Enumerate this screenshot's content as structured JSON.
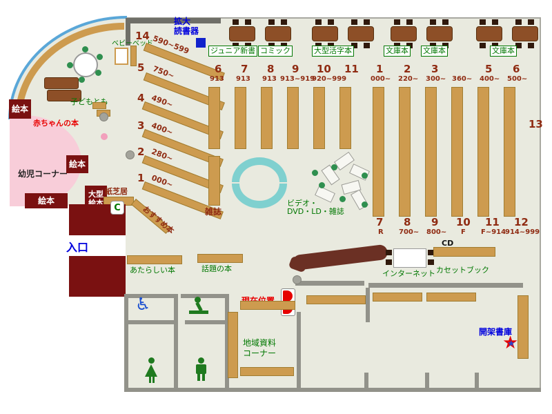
{
  "colors": {
    "floor": "#e9eadf",
    "shelf_tan": "#cd9b4f",
    "dark_red_wall": "#7a1111",
    "wall_gray": "#92928a",
    "teal_table": "#7fd0cf",
    "pink_corner": "#f8cdd9",
    "arc_blue": "#5aa7d8",
    "number_red": "#8f2b12",
    "green_label": "#007700",
    "blue_text": "#0000dd",
    "red_text": "#e80000",
    "desk_brown": "#6b3024",
    "table_brown": "#8d4f27"
  },
  "icons": {
    "wheelchair": "♿",
    "star": "★"
  },
  "device": {
    "label_line1": "拡大",
    "label_line2": "読書器"
  },
  "baby": {
    "bed": "ベビーベッド"
  },
  "kids": {
    "corner": "幼児コーナー",
    "baby_books": "赤ちゃんの本",
    "kodomo": "子どもとも",
    "picture_books": "絵本",
    "large_l1": "大型",
    "large_l2": "絵本",
    "kamishibai": "紙芝居",
    "copier": "C"
  },
  "entrance": {
    "label": "入口"
  },
  "sections": {
    "junior": "ジュニア新書",
    "comic": "コミック",
    "large_print": "大型活字本",
    "bunko": "文庫本",
    "magazines": "雑誌",
    "video_l1": "ビデオ・",
    "video_l2": "DVD・LD・雑誌",
    "new_books": "あたらしい本",
    "topic_books": "話題の本",
    "recommended": "おすすめ本",
    "internet": "インターネット",
    "cd": "CD",
    "cassette": "カセットブック",
    "local_l1": "地域資料",
    "local_l2": "コーナー",
    "stacks": "開架書庫",
    "current": "現在位置",
    "num13": "13"
  },
  "diagonal_shelves": [
    {
      "num": "14",
      "range": "590~599"
    },
    {
      "num": "5",
      "range": "750~"
    },
    {
      "num": "4",
      "range": "490~"
    },
    {
      "num": "3",
      "range": "400~"
    },
    {
      "num": "2",
      "range": "280~"
    },
    {
      "num": "1",
      "range": "000~"
    }
  ],
  "top_left_shelves": [
    {
      "num": "6",
      "cls": "913"
    },
    {
      "num": "7",
      "cls": "913"
    },
    {
      "num": "8",
      "cls": "913"
    },
    {
      "num": "9",
      "cls": "913~919"
    },
    {
      "num": "10",
      "cls": "920~999"
    },
    {
      "num": "11",
      "cls": ""
    }
  ],
  "top_right_shelves": [
    {
      "num": "1",
      "cls": "000~"
    },
    {
      "num": "2",
      "cls": "220~"
    },
    {
      "num": "3",
      "cls": "300~"
    },
    {
      "num": "",
      "cls": "360~"
    },
    {
      "num": "5",
      "cls": "400~"
    },
    {
      "num": "6",
      "cls": "500~"
    }
  ],
  "bottom_shelves": [
    {
      "num": "7",
      "cls": "R"
    },
    {
      "num": "8",
      "cls": "700~"
    },
    {
      "num": "9",
      "cls": "800~"
    },
    {
      "num": "10",
      "cls": "F"
    },
    {
      "num": "11",
      "cls": "F~914"
    },
    {
      "num": "12",
      "cls": "914~999"
    }
  ]
}
